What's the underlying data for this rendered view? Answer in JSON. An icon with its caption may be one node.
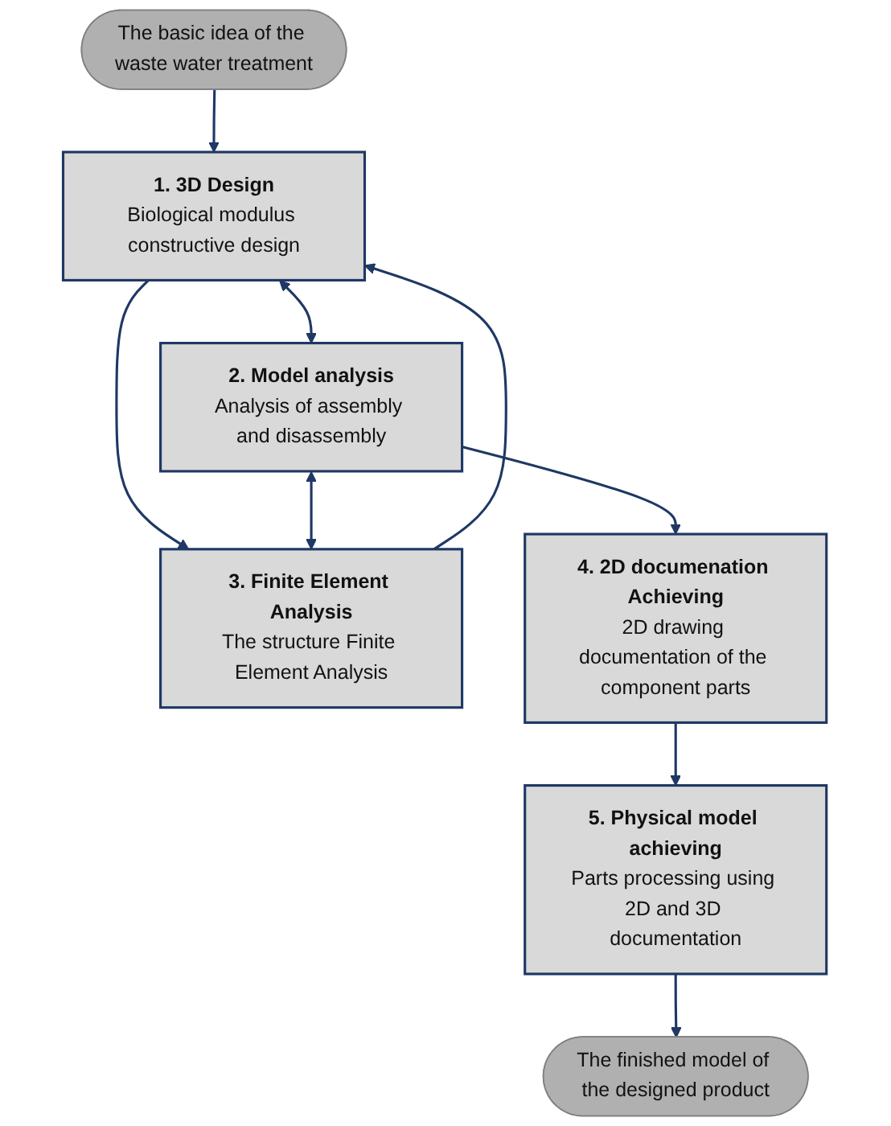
{
  "diagram": {
    "nodes": [
      {
        "text": [
          "The basic idea of the waste water treatment"
        ]
      },
      {
        "text": [
          "1. 3D Design",
          "Biological modulus constructive design"
        ]
      },
      {
        "text": [
          "2. Model analysis",
          "Analysis of assembly and disassembly"
        ]
      },
      {
        "text": [
          "3. Finite Element Analysis",
          "The structure Finite Element Analysis"
        ]
      },
      {
        "text": [
          "4. 2D documenation Achieving",
          "2D drawing documentation of the component parts"
        ]
      },
      {
        "text": [
          "5. Physical model achieving",
          "Parts processing using 2D and 3D documentation"
        ]
      },
      {
        "text": [
          "The finished model of the designed product"
        ]
      }
    ],
    "edges": [
      {
        "from": 0,
        "to": 1,
        "arrow": "to"
      },
      {
        "from": 1,
        "to": 2,
        "arrow": "both"
      },
      {
        "from": 1,
        "to": 3,
        "arrow": "to"
      },
      {
        "from": 3,
        "to": 1,
        "arrow": "to"
      },
      {
        "from": 2,
        "to": 3,
        "arrow": "both"
      },
      {
        "from": 2,
        "to": 4,
        "arrow": "to"
      },
      {
        "from": 4,
        "to": 5,
        "arrow": "to"
      },
      {
        "from": 5,
        "to": 6,
        "arrow": "to"
      }
    ]
  }
}
